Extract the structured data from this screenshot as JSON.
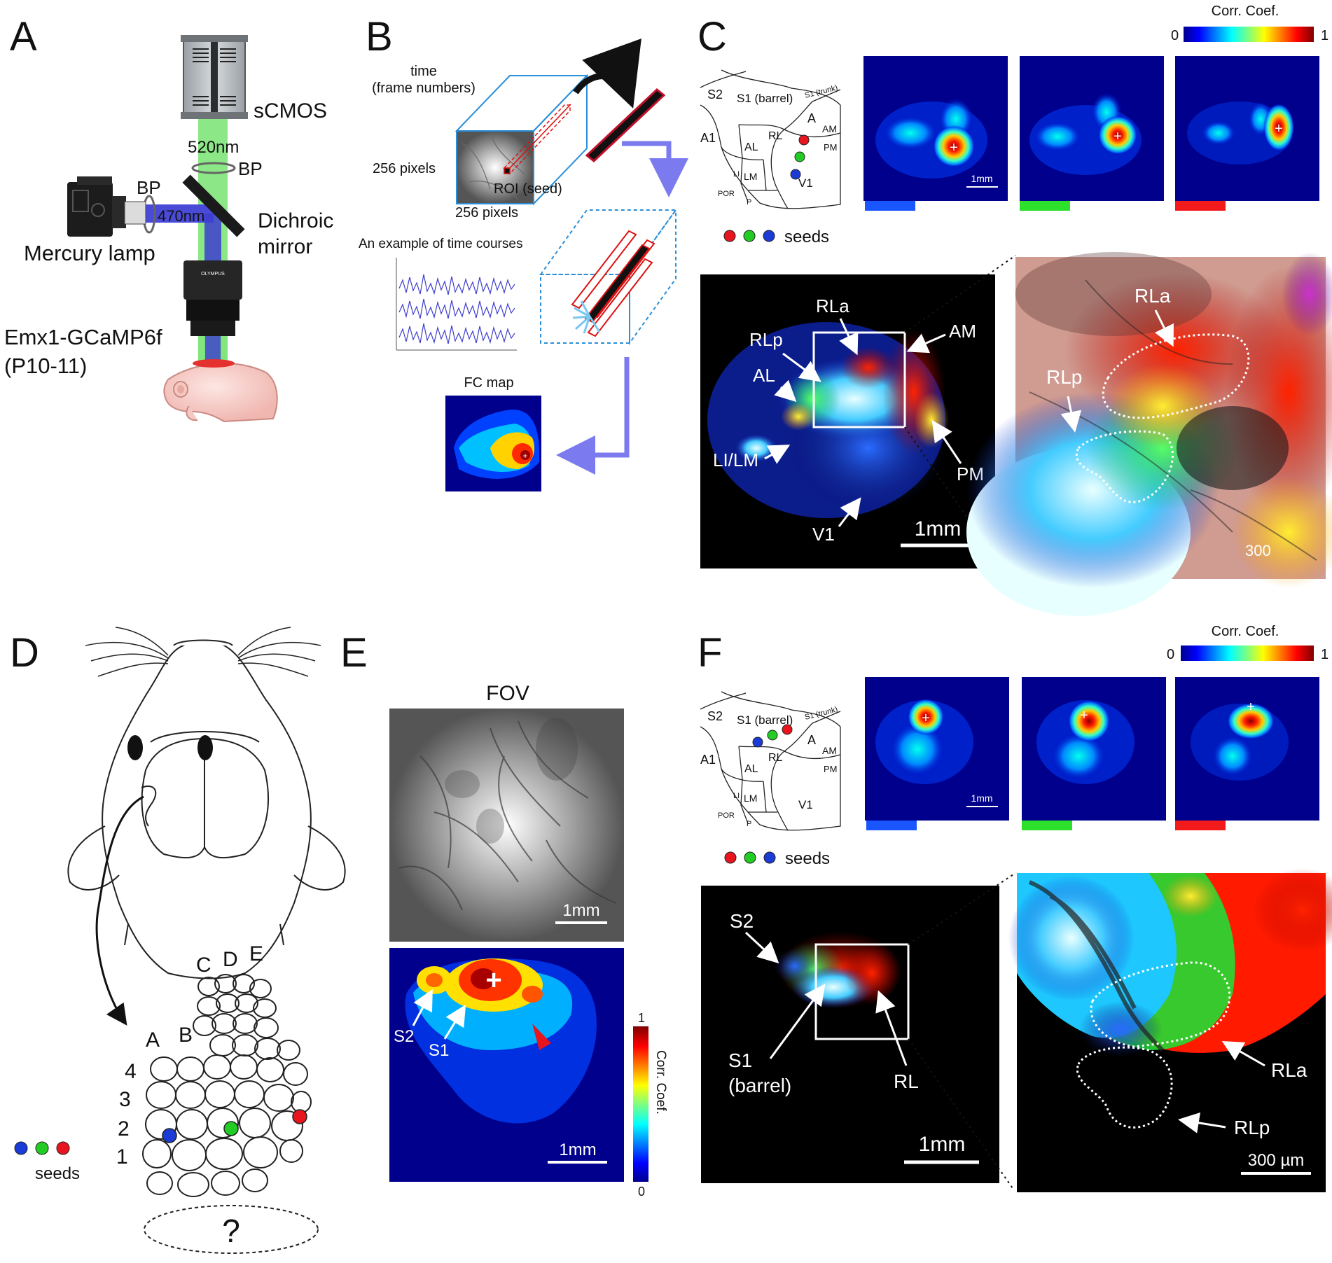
{
  "panels": {
    "A": {
      "letter": "A",
      "camera": "sCMOS",
      "emission_wavelength": "520nm",
      "bandpass": "BP",
      "excitation_wavelength": "470nm",
      "dichroic_line1": "Dichroic",
      "dichroic_line2": "mirror",
      "lamp": "Mercury lamp",
      "objective_text": "OLYMPUS",
      "mouse_line1": "Emx1-GCaMP6f",
      "mouse_line2": "(P10-11)"
    },
    "B": {
      "letter": "B",
      "time_line1": "time",
      "time_line2": "(frame numbers)",
      "pixels_y": "256 pixels",
      "pixels_x": "256 pixels",
      "roi": "ROI (seed)",
      "example": "An example of time courses",
      "fc_map": "FC map"
    },
    "C": {
      "letter": "C",
      "corr_label": "Corr. Coef.",
      "scale_min": "0",
      "scale_max": "1",
      "areas": [
        "S2",
        "S1 (barrel)",
        "S1 (trunk)",
        "A",
        "A1",
        "RL",
        "AM",
        "AL",
        "PM",
        "LI",
        "LM",
        "POR",
        "P",
        "V1"
      ],
      "seeds_label": "seeds",
      "scale_small": "1mm",
      "labels": [
        "RLa",
        "RLp",
        "AL",
        "AM",
        "LI/LM",
        "PM",
        "V1"
      ],
      "scale_big": "1mm",
      "zoom_labels": [
        "RLa",
        "RLp"
      ],
      "zoom_scale": "300"
    },
    "D": {
      "letter": "D",
      "rows": [
        "4",
        "3",
        "2",
        "1"
      ],
      "arcs": [
        "A",
        "B",
        "C",
        "D",
        "E"
      ],
      "seeds_label": "seeds",
      "unknown": "?"
    },
    "E": {
      "letter": "E",
      "fov": "FOV",
      "scale_top": "1mm",
      "scale_bottom": "1mm",
      "s2": "S2",
      "s1": "S1",
      "cb_max": "1",
      "cb_min": "0",
      "cb_label": "Corr. Coef."
    },
    "F": {
      "letter": "F",
      "corr_label": "Corr. Coef.",
      "scale_min": "0",
      "scale_max": "1",
      "seeds_label": "seeds",
      "scale_small": "1mm",
      "s2": "S2",
      "s1_line1": "S1",
      "s1_line2": "(barrel)",
      "rl": "RL",
      "scale_big": "1mm",
      "zoom_rla": "RLa",
      "zoom_rlp": "RLp",
      "zoom_scale": "300 µm"
    }
  },
  "colors": {
    "seed_red": "#e8141e",
    "seed_green": "#22cc22",
    "seed_blue": "#1a3bd6",
    "map_bg": "#00008c",
    "arrow_purple": "#7b7bef"
  }
}
